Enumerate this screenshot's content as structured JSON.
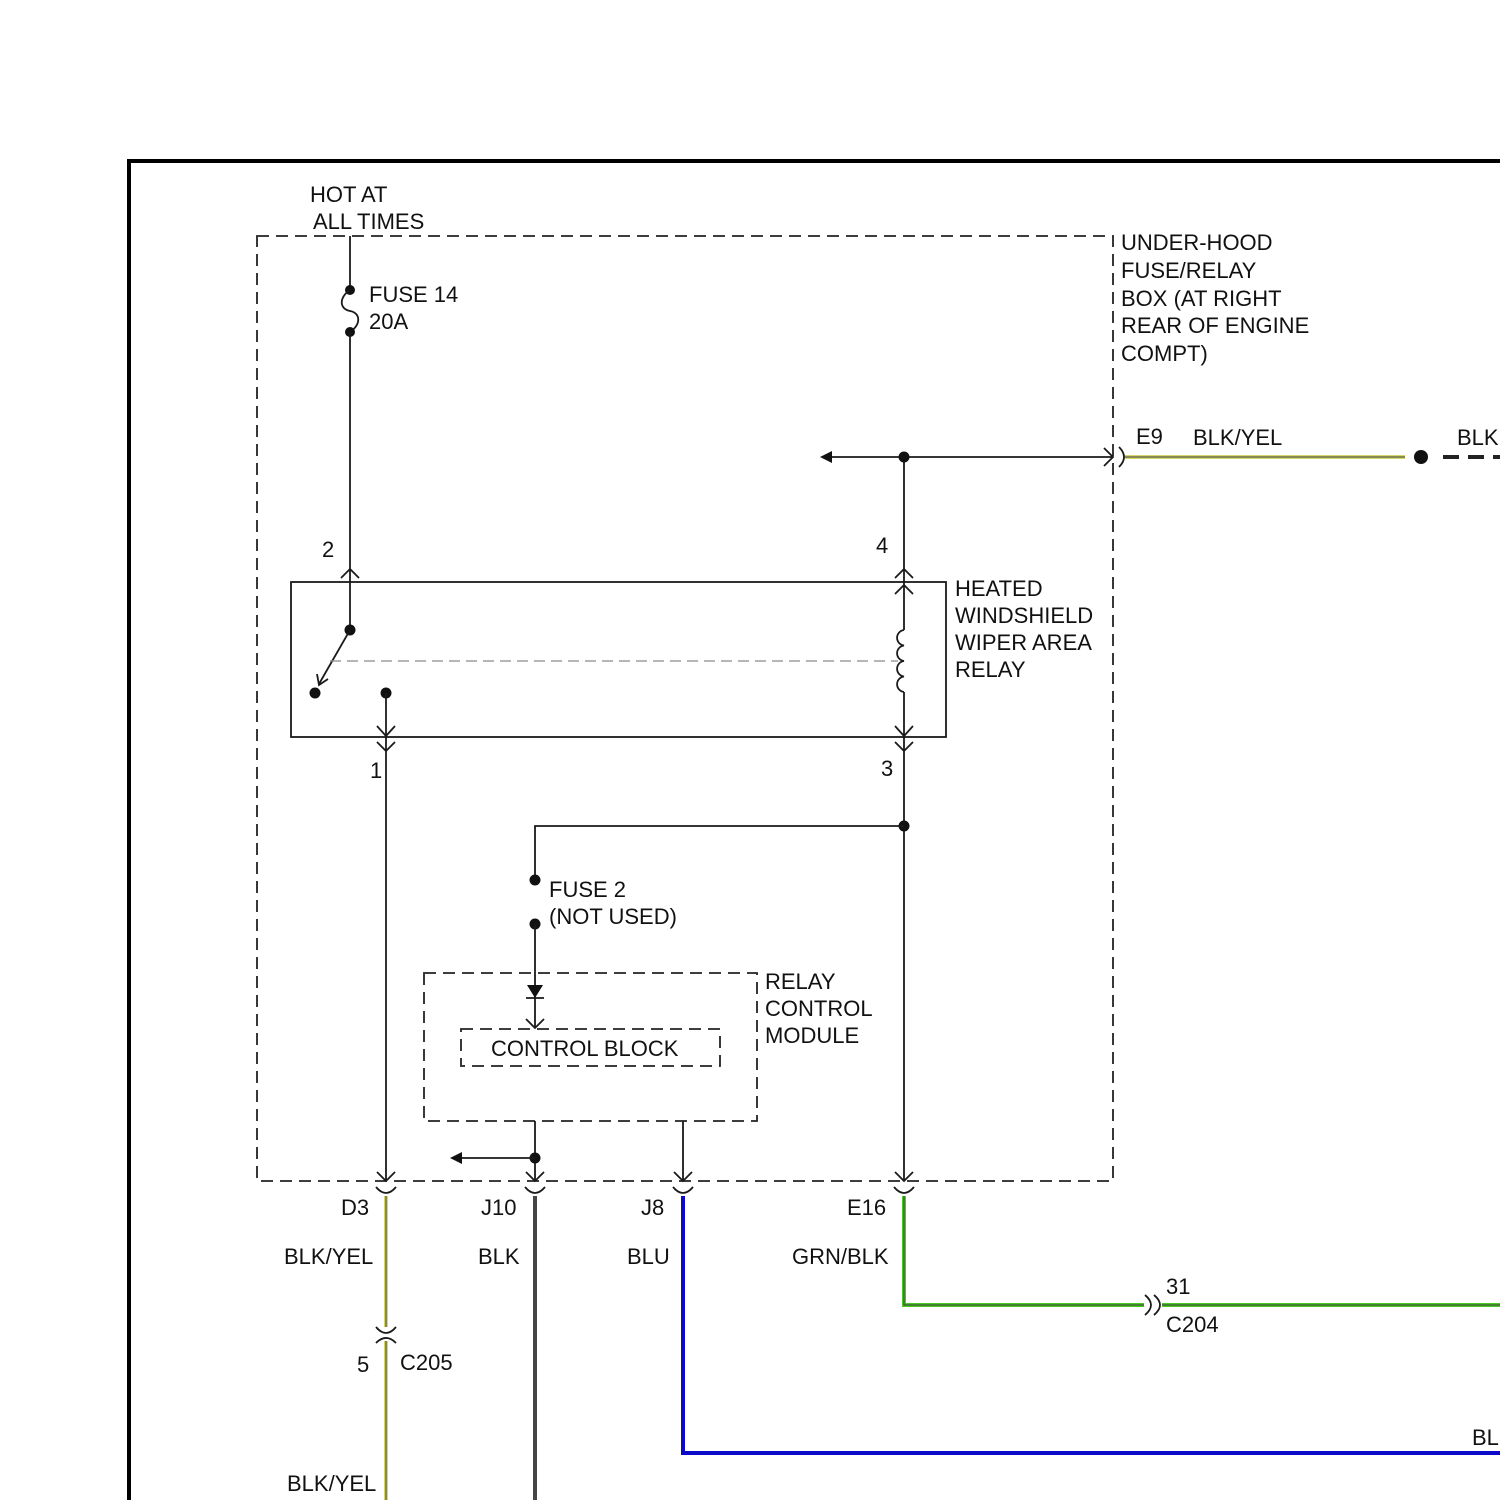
{
  "supply": {
    "line1": "HOT AT",
    "line2": "ALL TIMES"
  },
  "fuse14": {
    "name": "FUSE 14",
    "rating": "20A"
  },
  "fuse_box": {
    "lines": [
      "UNDER-HOOD",
      "FUSE/RELAY",
      "BOX (AT RIGHT",
      "REAR OF ENGINE",
      "COMPT)"
    ]
  },
  "relay": {
    "lines": [
      "HEATED",
      "WINDSHIELD",
      "WIPER AREA",
      "RELAY"
    ],
    "pins": {
      "p1": "1",
      "p2": "2",
      "p3": "3",
      "p4": "4"
    }
  },
  "fuse2": {
    "name": "FUSE 2",
    "note": "(NOT USED)"
  },
  "module": {
    "lines": [
      "RELAY",
      "CONTROL",
      "MODULE"
    ],
    "block": "CONTROL BLOCK"
  },
  "terminals": {
    "e9": "E9",
    "d3": "D3",
    "j10": "J10",
    "j8": "J8",
    "e16": "E16"
  },
  "wires": {
    "e9": "BLK/YEL",
    "e9_far": "BLK",
    "d3": "BLK/YEL",
    "d3_lower": "BLK/YEL",
    "j10": "BLK",
    "j8": "BLU",
    "j8_far": "BL",
    "e16": "GRN/BLK"
  },
  "connectors": {
    "c205": "C205",
    "c205_pin": "5",
    "c204": "C204",
    "c204_pin": "31"
  },
  "colors": {
    "blk_yel": "#d6d66a",
    "blk": "#454545",
    "blu": "#0a0ac8",
    "grn_blk": "#4ac824"
  }
}
